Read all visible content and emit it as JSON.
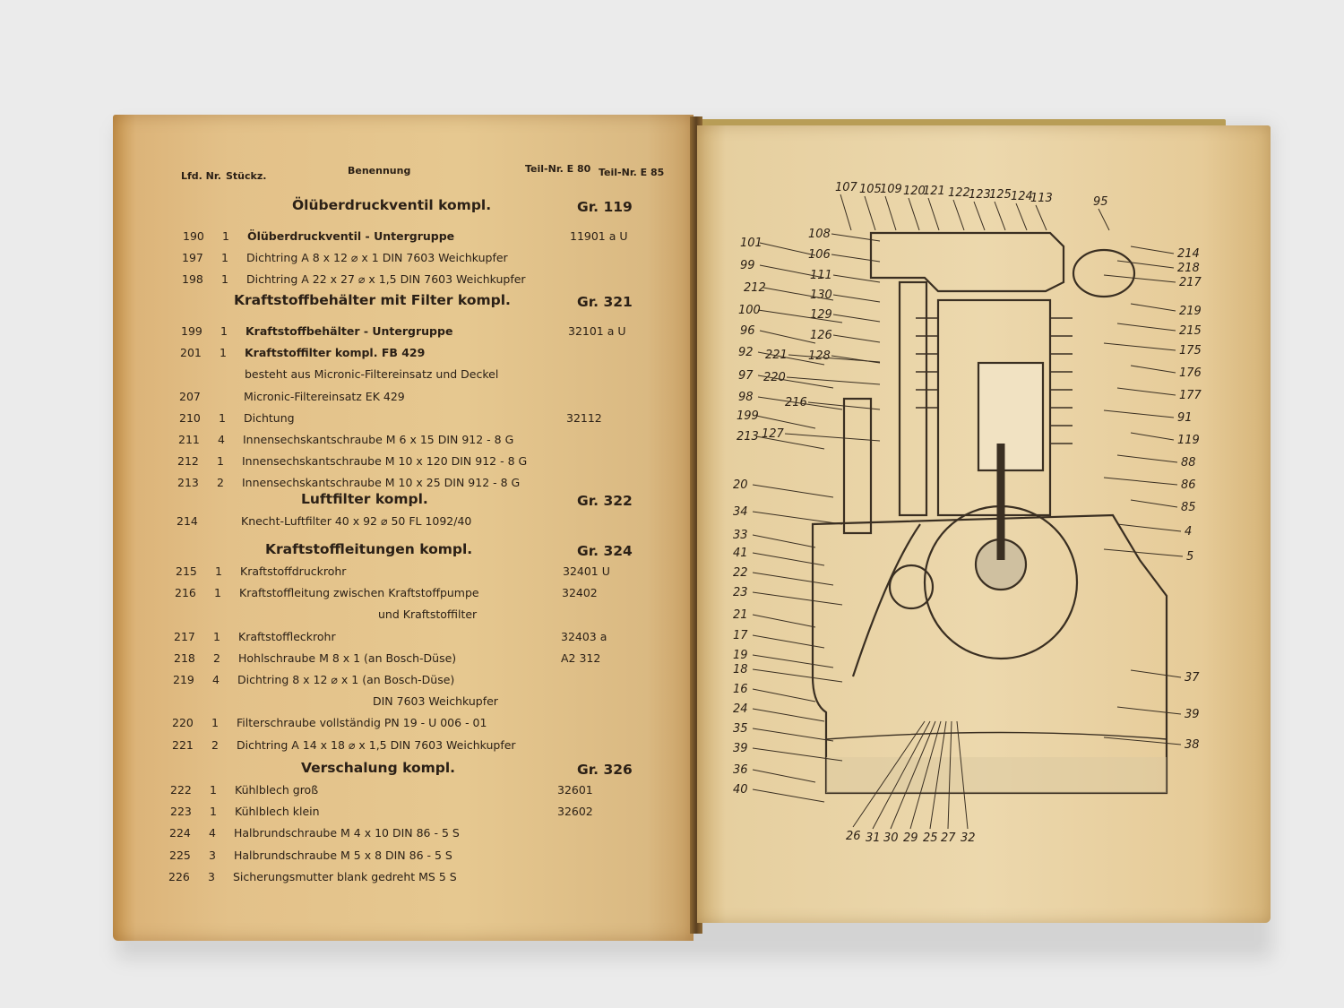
{
  "left_page": {
    "headers": {
      "lfd": "Lfd. Nr.",
      "stk": "Stückz.",
      "benennung": "Benennung",
      "teil_e80": "Teil-Nr. E 80",
      "teil_e85": "Teil-Nr. E 85"
    },
    "sections": [
      {
        "title": "Ölüberdruckventil kompl.",
        "group": "Gr. 119",
        "rows": [
          {
            "nr": "190",
            "qty": "1",
            "name": "Ölüberdruckventil - Untergruppe",
            "part": "11901 a U",
            "bold": true
          },
          {
            "nr": "197",
            "qty": "1",
            "name": "Dichtring  A 8 x 12 ⌀ x 1  DIN 7603  Weichkupfer",
            "part": ""
          },
          {
            "nr": "198",
            "qty": "1",
            "name": "Dichtring  A 22 x 27 ⌀ x 1,5  DIN 7603  Weichkupfer",
            "part": ""
          }
        ]
      },
      {
        "title": "Kraftstoffbehälter mit Filter kompl.",
        "group": "Gr. 321",
        "rows": [
          {
            "nr": "199",
            "qty": "1",
            "name": "Kraftstoffbehälter - Untergruppe",
            "part": "32101 a U",
            "bold": true
          },
          {
            "nr": "201",
            "qty": "1",
            "name": "Kraftstoffilter kompl. FB 429",
            "part": "",
            "bold": true
          },
          {
            "nr": "",
            "qty": "",
            "name": "besteht aus Micronic-Filtereinsatz und Deckel",
            "part": ""
          },
          {
            "nr": "207",
            "qty": "",
            "name": "Micronic-Filtereinsatz EK 429",
            "part": ""
          },
          {
            "nr": "210",
            "qty": "1",
            "name": "Dichtung",
            "part": "32112"
          },
          {
            "nr": "211",
            "qty": "4",
            "name": "Innensechskantschraube  M 6 x 15  DIN 912 - 8 G",
            "part": ""
          },
          {
            "nr": "212",
            "qty": "1",
            "name": "Innensechskantschraube  M 10 x 120  DIN 912 - 8 G",
            "part": ""
          },
          {
            "nr": "213",
            "qty": "2",
            "name": "Innensechskantschraube  M 10 x 25  DIN 912 - 8 G",
            "part": ""
          }
        ]
      },
      {
        "title": "Luftfilter kompl.",
        "group": "Gr. 322",
        "rows": [
          {
            "nr": "214",
            "qty": "",
            "name": "Knecht-Luftfilter  40 x 92 ⌀ 50 FL 1092/40",
            "part": ""
          }
        ]
      },
      {
        "title": "Kraftstoffleitungen kompl.",
        "group": "Gr. 324",
        "rows": [
          {
            "nr": "215",
            "qty": "1",
            "name": "Kraftstoffdruckrohr",
            "part": "32401 U"
          },
          {
            "nr": "216",
            "qty": "1",
            "name": "Kraftstoffleitung  zwischen Kraftstoffpumpe",
            "part": "32402"
          },
          {
            "nr": "",
            "qty": "",
            "name": "und  Kraftstoffilter",
            "part": "",
            "indent": true
          },
          {
            "nr": "217",
            "qty": "1",
            "name": "Kraftstoffleckrohr",
            "part": "32403 a"
          },
          {
            "nr": "218",
            "qty": "2",
            "name": "Hohlschraube  M 8 x 1  (an Bosch-Düse)",
            "part": "A2 312"
          },
          {
            "nr": "219",
            "qty": "4",
            "name": "Dichtring  8 x 12 ⌀ x 1  (an Bosch-Düse)",
            "part": ""
          },
          {
            "nr": "",
            "qty": "",
            "name": "DIN 7603  Weichkupfer",
            "part": "",
            "indent": true
          },
          {
            "nr": "220",
            "qty": "1",
            "name": "Filterschraube  vollständig  PN 19 - U 006 - 01",
            "part": ""
          },
          {
            "nr": "221",
            "qty": "2",
            "name": "Dichtring  A 14 x 18 ⌀ x 1,5  DIN 7603  Weichkupfer",
            "part": ""
          }
        ]
      },
      {
        "title": "Verschalung kompl.",
        "group": "Gr. 326",
        "rows": [
          {
            "nr": "222",
            "qty": "1",
            "name": "Kühlblech  groß",
            "part": "32601"
          },
          {
            "nr": "223",
            "qty": "1",
            "name": "Kühlblech  klein",
            "part": "32602"
          },
          {
            "nr": "224",
            "qty": "4",
            "name": "Halbrundschraube  M 4 x 10  DIN 86 - 5 S",
            "part": ""
          },
          {
            "nr": "225",
            "qty": "3",
            "name": "Halbrundschraube  M 5 x 8  DIN 86 - 5 S",
            "part": ""
          },
          {
            "nr": "226",
            "qty": "3",
            "name": "Sicherungsmutter  blank  gedreht  MS 5 S",
            "part": ""
          }
        ]
      }
    ]
  },
  "diagram_labels": {
    "top": [
      "107",
      "105",
      "109",
      "120",
      "121",
      "122",
      "123",
      "125",
      "124",
      "113",
      "95"
    ],
    "left": [
      "101",
      "99",
      "212",
      "100",
      "96",
      "92",
      "97",
      "98",
      "199",
      "213",
      "20",
      "34",
      "33",
      "41",
      "22",
      "23",
      "21",
      "17",
      "19",
      "18",
      "16",
      "24",
      "35",
      "39",
      "36",
      "40"
    ],
    "inner_left": [
      "108",
      "106",
      "111",
      "130",
      "129",
      "126",
      "128",
      "221",
      "220",
      "216",
      "127"
    ],
    "right": [
      "214",
      "218",
      "217",
      "219",
      "215",
      "175",
      "176",
      "177",
      "91",
      "119",
      "88",
      "86",
      "85",
      "4",
      "5",
      "37",
      "39",
      "38"
    ],
    "bottom": [
      "26",
      "31",
      "30",
      "29",
      "25",
      "27",
      "32"
    ]
  }
}
